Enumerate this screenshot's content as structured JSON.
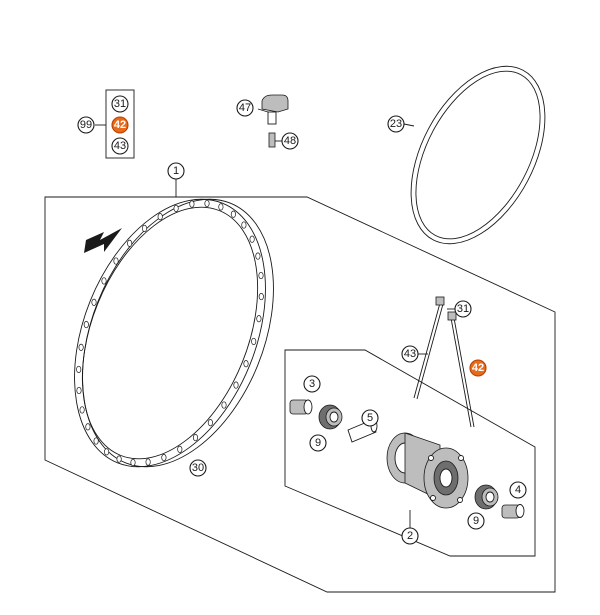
{
  "colors": {
    "highlight": "#e86a1a",
    "line": "#1a1a1a",
    "part_fill": "#bdbdbd"
  },
  "callouts": {
    "c31_kit": "31",
    "c42_kit": "42",
    "c43_kit": "43",
    "c99": "99",
    "c47": "47",
    "c48": "48",
    "c23": "23",
    "c1": "1",
    "c31_spoke": "31",
    "c43_spoke": "43",
    "c42_spoke": "42",
    "c3": "3",
    "c5": "5",
    "c9_left": "9",
    "c30": "30",
    "c4": "4",
    "c9_right": "9",
    "c2": "2"
  },
  "icons": {
    "arrow": "rotation-direction-arrow-icon"
  }
}
